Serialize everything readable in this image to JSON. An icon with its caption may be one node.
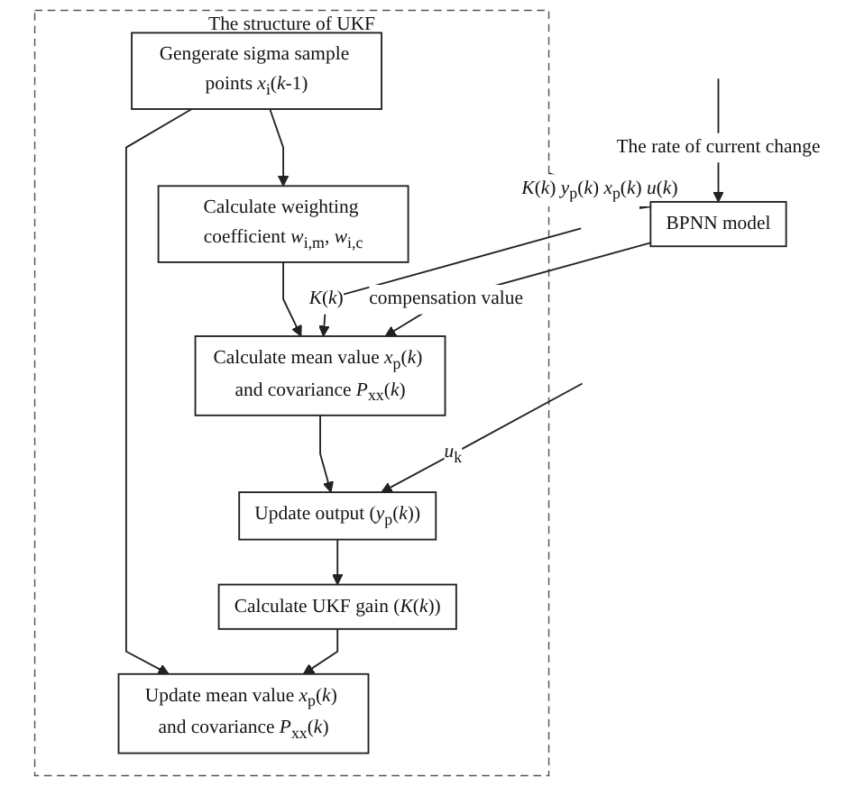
{
  "diagram": {
    "nodes": [
      {
        "text": [
          "The structure of UKF"
        ]
      },
      {
        "text": [
          "Gengerate sigma sample points *x*$_{i}$(*k*-1)"
        ],
        "in": 0
      },
      {
        "text": [
          "Update mean value *x*$_{p}$(*k*) and covariance *P*$_{xx}$(*k*)"
        ],
        "in": 0
      },
      {
        "text": [
          "Calculate weighting coefficient *w*$_{i,m}$, *w*$_{i,c}$"
        ],
        "in": 0
      },
      {
        "text": [
          "Calculate UKF gain (*K*(*k*))"
        ],
        "in": 0
      },
      {
        "text": [
          "Calculate mean value *x*$_{p}$(*k*) and covariance *P*$_{xx}$(*k*)"
        ],
        "in": 0
      },
      {
        "text": [
          "Update output (*y*$_{p}$(*k*))"
        ],
        "in": 0
      },
      {
        "text": [
          "BPNN model"
        ]
      }
    ],
    "edges": [
      {
        "from": 1,
        "to": 2,
        "arrow": "to"
      },
      {
        "from": 1,
        "to": 3,
        "arrow": "to"
      },
      {
        "from": 3,
        "to": 5,
        "arrow": "to"
      },
      {
        "from": null,
        "to": 5,
        "arrow": "to",
        "label": "*K*(*k*)"
      },
      {
        "from": 5,
        "to": 6,
        "arrow": "to"
      },
      {
        "from": 6,
        "to": 4,
        "arrow": "to"
      },
      {
        "from": 4,
        "to": 2,
        "arrow": "to"
      },
      {
        "from": null,
        "to": 6,
        "arrow": "to",
        "label": "*u*$_{k}$"
      },
      {
        "from": 0,
        "to": 7,
        "arrow": "to",
        "label": "*K*(*k*) *y*$_{p}$(*k*) *x*$_{p}$(*k*) *u*(*k*)"
      },
      {
        "from": 7,
        "to": 5,
        "arrow": "to",
        "label": "compensation value"
      },
      {
        "from": null,
        "to": 7,
        "arrow": "to",
        "label": "The rate of current change"
      }
    ]
  }
}
